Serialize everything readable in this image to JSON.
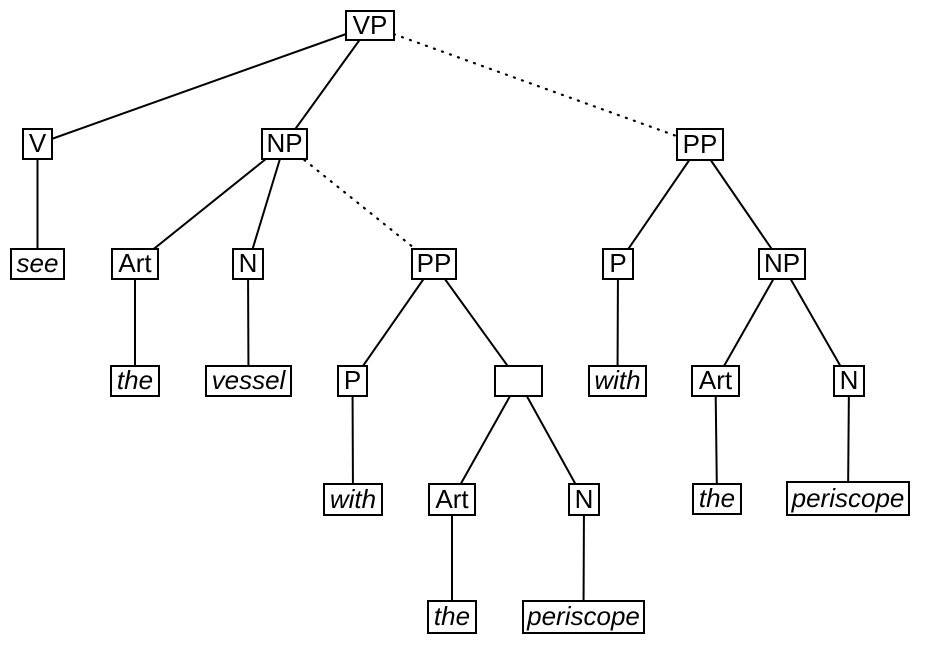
{
  "diagram": {
    "kind": "syntactic-parse-tree",
    "sentence_fragment": "see the vessel with the periscope",
    "colors": {
      "background": "#ffffff",
      "line": "#000000",
      "box_border": "#000000",
      "text": "#000000"
    }
  },
  "nodes": {
    "vp": {
      "label": "VP",
      "type": "phrase"
    },
    "v": {
      "label": "V",
      "type": "phrase"
    },
    "np1": {
      "label": "NP",
      "type": "phrase"
    },
    "pp_r": {
      "label": "PP",
      "type": "phrase"
    },
    "see": {
      "label": "see",
      "type": "terminal"
    },
    "art1": {
      "label": "Art",
      "type": "phrase"
    },
    "n1": {
      "label": "N",
      "type": "phrase"
    },
    "pp_mid": {
      "label": "PP",
      "type": "phrase"
    },
    "p_r": {
      "label": "P",
      "type": "phrase"
    },
    "np_r": {
      "label": "NP",
      "type": "phrase"
    },
    "the1": {
      "label": "the",
      "type": "terminal"
    },
    "vessel": {
      "label": "vessel",
      "type": "terminal"
    },
    "p_mid": {
      "label": "P",
      "type": "phrase"
    },
    "with_r": {
      "label": "with",
      "type": "terminal"
    },
    "art_r": {
      "label": "Art",
      "type": "phrase"
    },
    "n_r": {
      "label": "N",
      "type": "phrase"
    },
    "with_mid": {
      "label": "with",
      "type": "terminal"
    },
    "art_mid": {
      "label": "Art",
      "type": "phrase"
    },
    "n_mid": {
      "label": "N",
      "type": "phrase"
    },
    "the_r": {
      "label": "the",
      "type": "terminal"
    },
    "periscope_r": {
      "label": "periscope",
      "type": "terminal"
    },
    "the_mid": {
      "label": "the",
      "type": "terminal"
    },
    "periscope_mid": {
      "label": "periscope",
      "type": "terminal"
    }
  },
  "edges": [
    {
      "from": "vp",
      "to": "v",
      "style": "solid"
    },
    {
      "from": "vp",
      "to": "np1",
      "style": "solid"
    },
    {
      "from": "vp",
      "to": "pp_r",
      "style": "dotted"
    },
    {
      "from": "v",
      "to": "see",
      "style": "solid"
    },
    {
      "from": "np1",
      "to": "art1",
      "style": "solid"
    },
    {
      "from": "np1",
      "to": "n1",
      "style": "solid"
    },
    {
      "from": "np1",
      "to": "pp_mid",
      "style": "dotted"
    },
    {
      "from": "art1",
      "to": "the1",
      "style": "solid"
    },
    {
      "from": "n1",
      "to": "vessel",
      "style": "solid"
    },
    {
      "from": "pp_mid",
      "to": "p_mid",
      "style": "solid"
    },
    {
      "from": "pp_mid",
      "to": "np_mid",
      "style": "solid"
    },
    {
      "from": "p_mid",
      "to": "with_mid",
      "style": "solid"
    },
    {
      "from": "np_mid",
      "to": "art_mid",
      "style": "solid"
    },
    {
      "from": "np_mid",
      "to": "n_mid",
      "style": "solid"
    },
    {
      "from": "art_mid",
      "to": "the_mid",
      "style": "solid"
    },
    {
      "from": "n_mid",
      "to": "periscope_mid",
      "style": "solid"
    },
    {
      "from": "pp_r",
      "to": "p_r",
      "style": "solid"
    },
    {
      "from": "pp_r",
      "to": "np_r",
      "style": "solid"
    },
    {
      "from": "p_r",
      "to": "with_r",
      "style": "solid"
    },
    {
      "from": "np_r",
      "to": "art_r",
      "style": "solid"
    },
    {
      "from": "np_r",
      "to": "n_r",
      "style": "solid"
    },
    {
      "from": "art_r",
      "to": "the_r",
      "style": "solid"
    },
    {
      "from": "n_r",
      "to": "periscope_r",
      "style": "solid"
    }
  ]
}
